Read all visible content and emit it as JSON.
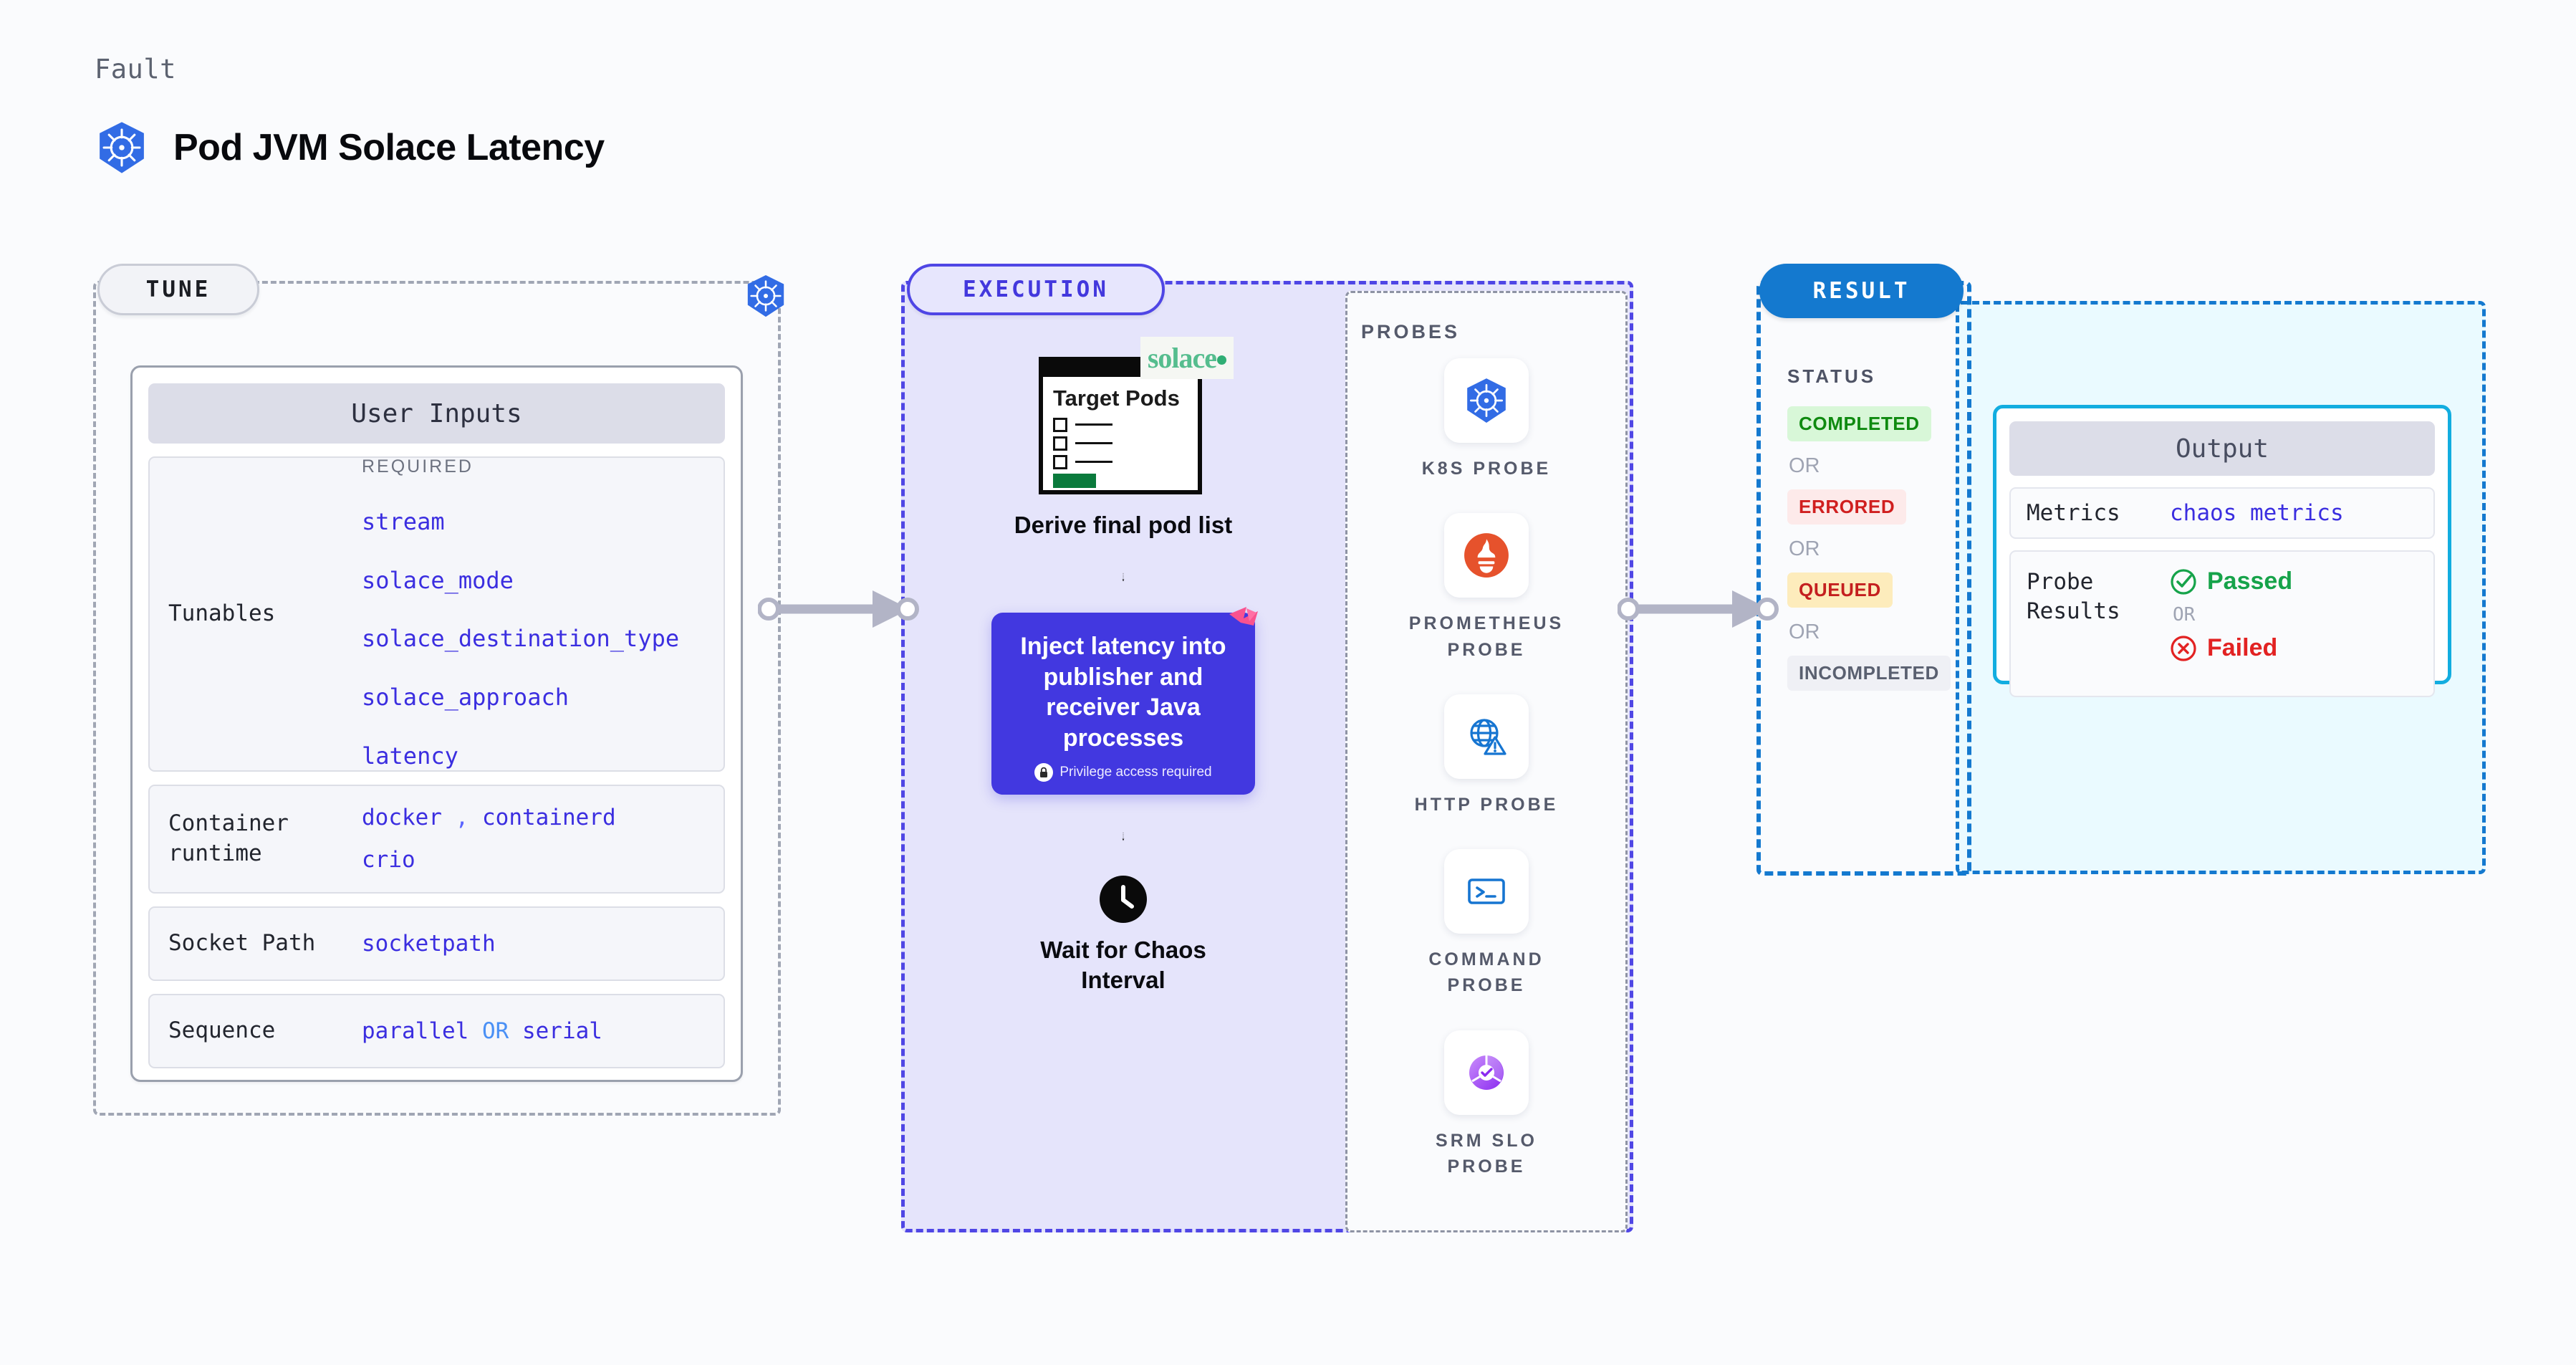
{
  "header": {
    "eyebrow": "Fault",
    "title": "Pod JVM Solace Latency",
    "icon": "kubernetes-icon"
  },
  "stages": {
    "tune": "TUNE",
    "execution": "EXECUTION",
    "result": "RESULT"
  },
  "tune": {
    "card_title": "User Inputs",
    "rows": [
      {
        "label": "Tunables",
        "required_label": "REQUIRED",
        "values": [
          "stream",
          "solace_mode",
          "solace_destination_type",
          "solace_approach",
          "latency"
        ]
      },
      {
        "label": "Container runtime",
        "values": [
          "docker",
          ",",
          "containerd",
          "crio"
        ]
      },
      {
        "label": "Socket Path",
        "values": [
          "socketpath"
        ]
      },
      {
        "label": "Sequence",
        "values": [
          "parallel",
          "OR",
          "serial"
        ]
      }
    ],
    "container_runtime": {
      "label": "Container runtime",
      "v1": "docker",
      "comma": ",",
      "v2": "containerd",
      "v3": "crio"
    },
    "socket_path": {
      "label": "Socket Path",
      "value": "socketpath"
    },
    "sequence": {
      "label": "Sequence",
      "v1": "parallel",
      "or": "OR",
      "v2": "serial"
    }
  },
  "execution": {
    "target_pods_title": "Target Pods",
    "solace_logo": "solace",
    "step1_caption": "Derive final pod list",
    "inject_card": {
      "text": "Inject latency into publisher and receiver Java processes",
      "privilege_note": "Privilege access required"
    },
    "step3_caption": "Wait for Chaos Interval"
  },
  "probes": {
    "section_label": "PROBES",
    "items": [
      {
        "name": "K8S PROBE",
        "icon": "kubernetes-icon"
      },
      {
        "name": "PROMETHEUS PROBE",
        "icon": "prometheus-icon"
      },
      {
        "name": "HTTP PROBE",
        "icon": "globe-warning-icon"
      },
      {
        "name": "COMMAND PROBE",
        "icon": "terminal-icon"
      },
      {
        "name": "SRM SLO PROBE",
        "icon": "slo-donut-check-icon"
      }
    ]
  },
  "result": {
    "status_label": "STATUS",
    "or": "OR",
    "statuses": [
      {
        "text": "COMPLETED",
        "style": "completed"
      },
      {
        "text": "ERRORED",
        "style": "errored"
      },
      {
        "text": "QUEUED",
        "style": "queued"
      },
      {
        "text": "INCOMPLETED",
        "style": "incomplete"
      }
    ]
  },
  "output": {
    "card_title": "Output",
    "metrics": {
      "label": "Metrics",
      "value": "chaos metrics"
    },
    "probe_results": {
      "label": "Probe Results",
      "passed": "Passed",
      "or": "OR",
      "failed": "Failed"
    }
  },
  "colors": {
    "accent_purple": "#4238e0",
    "accent_blue": "#1479cf",
    "value_blue": "#3b2ee0",
    "pass_green": "#16a34a",
    "fail_red": "#e22222",
    "k8s_blue": "#326ce5",
    "solace_green": "#55bd8e"
  }
}
